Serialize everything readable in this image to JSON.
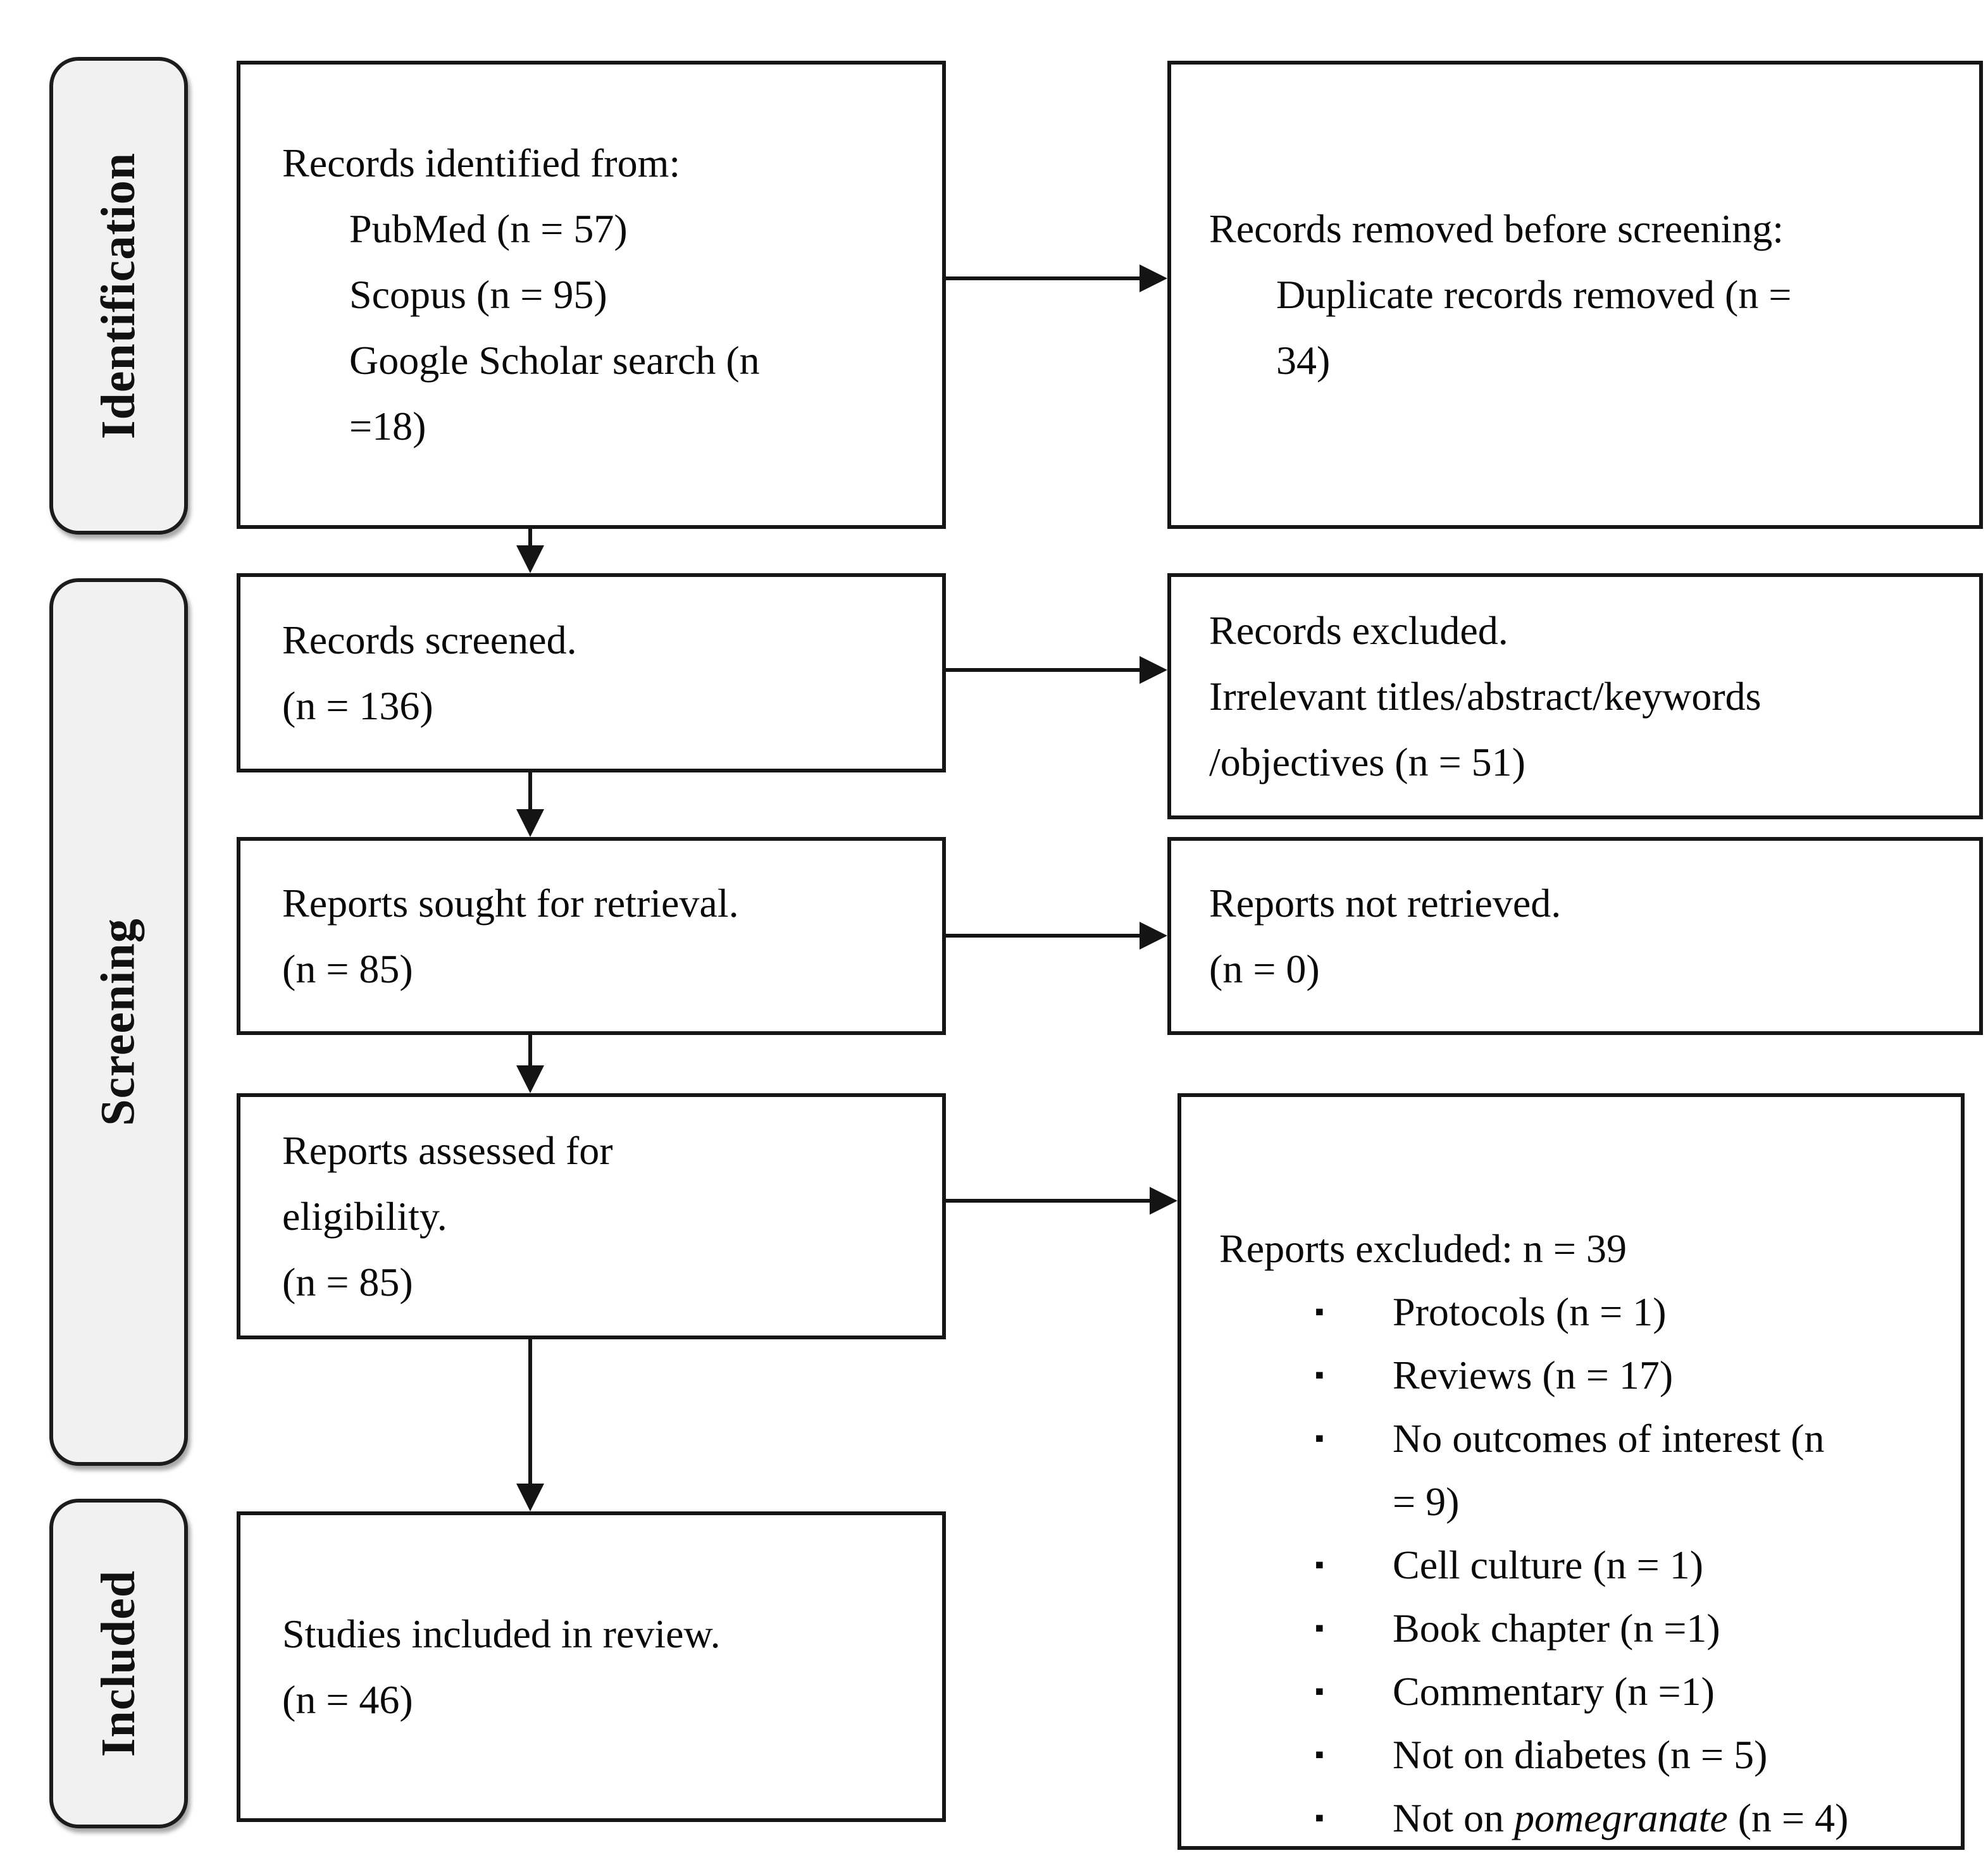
{
  "stages": {
    "identification": "Identification",
    "screening": "Screening",
    "included": "Included"
  },
  "icons": {
    "bullet_square": "▪"
  },
  "flow": {
    "identified": {
      "title": "Records identified from:",
      "items": [
        "PubMed (n = 57)",
        "Scopus (n = 95)",
        "Google Scholar search (n",
        "=18)"
      ]
    },
    "removed": {
      "title": "Records removed before screening:",
      "items": [
        "Duplicate records removed (n =",
        "34)"
      ]
    },
    "screened": {
      "lines": [
        "Records screened.",
        "(n = 136)"
      ]
    },
    "records_excluded": {
      "lines": [
        "Records excluded.",
        "Irrelevant titles/abstract/keywords",
        "/objectives (n = 51)"
      ]
    },
    "sought": {
      "lines": [
        "Reports sought for retrieval.",
        "(n = 85)"
      ]
    },
    "not_retrieved": {
      "lines": [
        "Reports not retrieved.",
        "(n = 0)"
      ]
    },
    "assessed": {
      "lines": [
        "Reports assessed for",
        "eligibility.",
        "(n = 85)"
      ]
    },
    "reports_excluded": {
      "title": "Reports excluded: n = 39",
      "bullets": [
        {
          "text": "Protocols (n = 1)"
        },
        {
          "text": "Reviews (n = 17)"
        },
        {
          "l1": "No outcomes of interest (n",
          "l2": "= 9)"
        },
        {
          "text": "Cell culture (n = 1)"
        },
        {
          "text": "Book chapter (n =1)"
        },
        {
          "text": "Commentary (n =1)"
        },
        {
          "text": "Not on diabetes (n = 5)"
        },
        {
          "prefix": "Not on ",
          "italic": "pomegranate",
          "suffix": " (n = 4)"
        }
      ]
    },
    "included_studies": {
      "lines": [
        "Studies included in review.",
        "(n = 46)"
      ]
    }
  }
}
